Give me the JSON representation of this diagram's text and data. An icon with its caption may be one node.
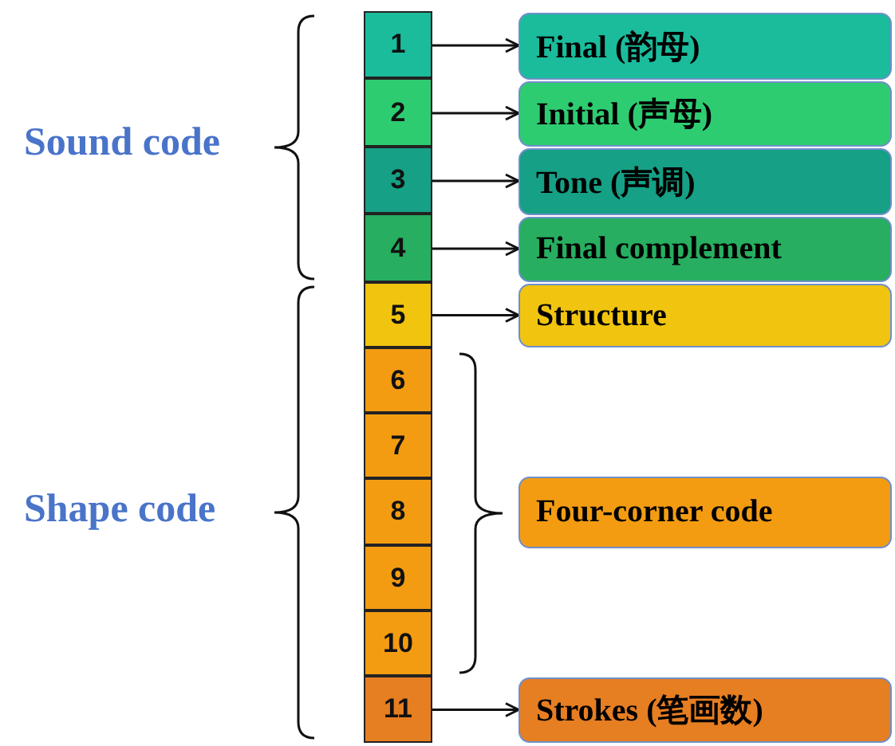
{
  "diagram": {
    "nodes": [
      {
        "text": [
          "1"
        ]
      },
      {
        "text": [
          "2"
        ]
      },
      {
        "text": [
          "3"
        ]
      },
      {
        "text": [
          "4"
        ]
      },
      {
        "text": [
          "5"
        ]
      },
      {
        "text": [
          "6"
        ]
      },
      {
        "text": [
          "7"
        ]
      },
      {
        "text": [
          "8"
        ]
      },
      {
        "text": [
          "9"
        ]
      },
      {
        "text": [
          "10"
        ]
      },
      {
        "text": [
          "11"
        ]
      },
      {
        "text": [
          "Final (韵母)"
        ]
      },
      {
        "text": [
          "Initial (声母)"
        ]
      },
      {
        "text": [
          "Tone (声调)"
        ]
      },
      {
        "text": [
          "Final complement"
        ]
      },
      {
        "text": [
          "Structure"
        ]
      },
      {
        "text": [
          "Four-corner code"
        ]
      },
      {
        "text": [
          "Strokes (笔画数)"
        ]
      }
    ],
    "edges": [
      {
        "from": 0,
        "to": 11,
        "arrow": "to"
      },
      {
        "from": 1,
        "to": 12,
        "arrow": "to"
      },
      {
        "from": 2,
        "to": 13,
        "arrow": "to"
      },
      {
        "from": 3,
        "to": 14,
        "arrow": "to"
      },
      {
        "from": 4,
        "to": 15,
        "arrow": "to"
      },
      {
        "from": 10,
        "to": 17,
        "arrow": "to"
      }
    ],
    "labels": [
      "Sound code",
      "Shape code"
    ]
  }
}
